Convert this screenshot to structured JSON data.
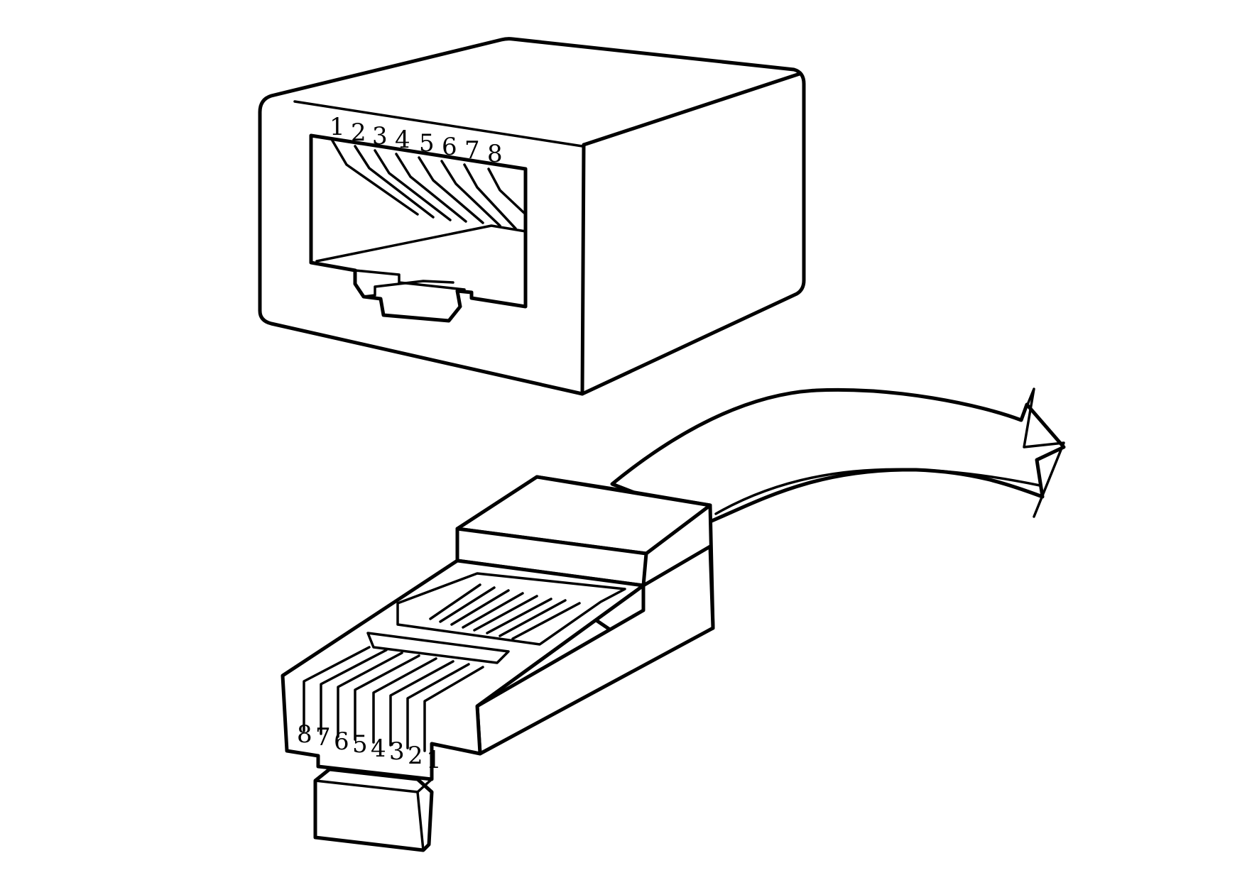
{
  "jack": {
    "pin_labels": [
      "1",
      "2",
      "3",
      "4",
      "5",
      "6",
      "7",
      "8"
    ]
  },
  "plug": {
    "pin_labels": [
      "8",
      "7",
      "6",
      "5",
      "4",
      "3",
      "2",
      "1"
    ]
  },
  "colors": {
    "line": "#000000",
    "background": "#ffffff"
  }
}
